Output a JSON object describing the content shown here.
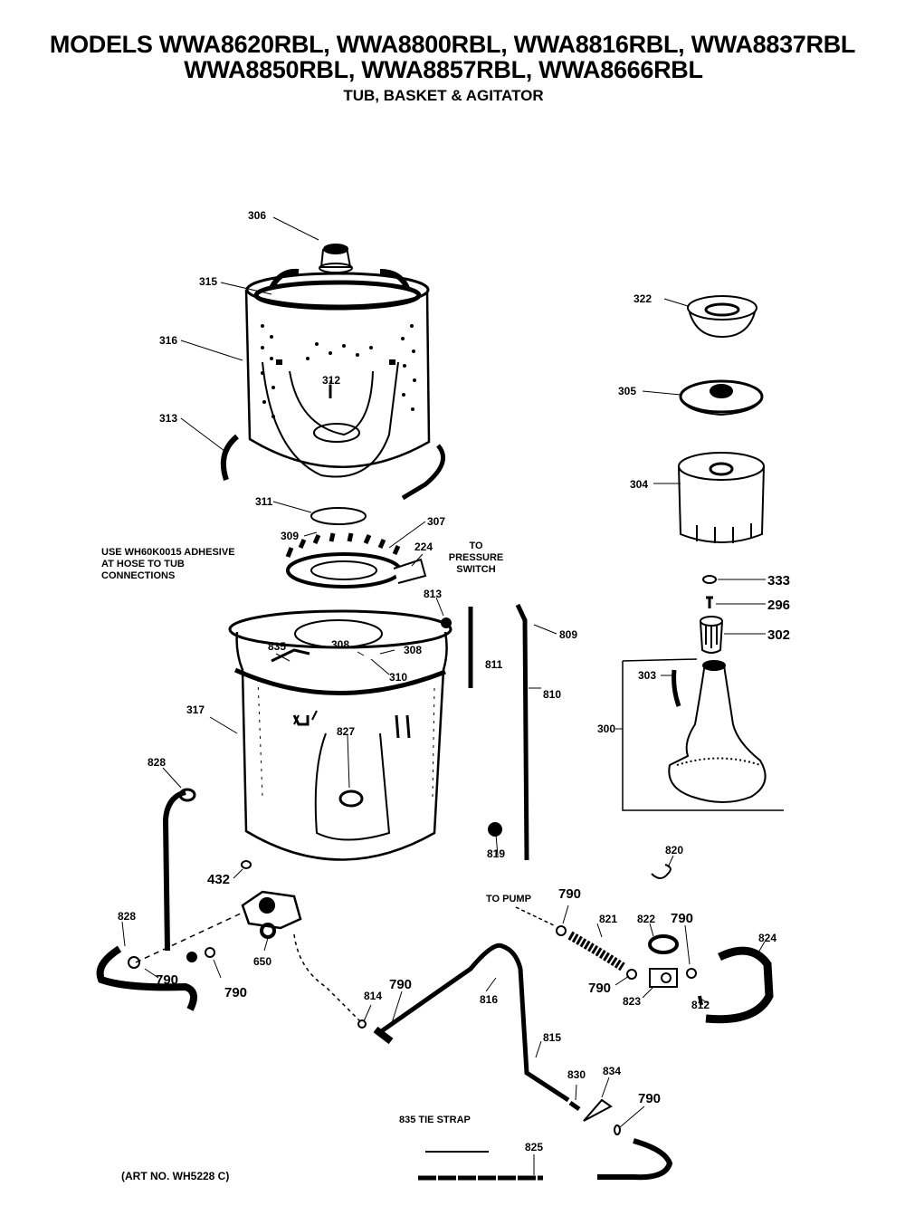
{
  "header": {
    "models_line1": "MODELS WWA8620RBL, WWA8800RBL, WWA8816RBL, WWA8837RBL",
    "models_line2": "WWA8850RBL, WWA8857RBL, WWA8666RBL",
    "section": "TUB,  BASKET & AGITATOR"
  },
  "notes": {
    "adhesive": [
      "USE WH60K0015 ADHESIVE",
      "AT HOSE TO TUB",
      "CONNECTIONS"
    ],
    "pressure_switch": [
      "TO",
      "PRESSURE",
      "SWITCH"
    ],
    "to_pump": "TO PUMP",
    "tie_strap": "835 TIE STRAP",
    "art_no": "(ART NO. WH5228 C)"
  },
  "part_labels": {
    "p306": "306",
    "p315": "315",
    "p316": "316",
    "p312": "312",
    "p313": "313",
    "p311": "311",
    "p309": "309",
    "p307": "307",
    "p224": "224",
    "p813": "813",
    "p322": "322",
    "p305": "305",
    "p304": "304",
    "p333": "333",
    "p296": "296",
    "p302": "302",
    "p303": "303",
    "p300": "300",
    "p809": "809",
    "p811": "811",
    "p810": "810",
    "p835": "835",
    "p308a": "308",
    "p308b": "308",
    "p310": "310",
    "p317": "317",
    "p827": "827",
    "p828a": "828",
    "p828b": "828",
    "p819": "819",
    "p432": "432",
    "p650": "650",
    "p790a": "790",
    "p790b": "790",
    "p790c": "790",
    "p790d": "790",
    "p790e": "790",
    "p790f": "790",
    "p790g": "790",
    "p814": "814",
    "p816": "816",
    "p815": "815",
    "p820": "820",
    "p821": "821",
    "p822": "822",
    "p824": "824",
    "p823": "823",
    "p812": "812",
    "p830": "830",
    "p834": "834",
    "p825": "825"
  }
}
